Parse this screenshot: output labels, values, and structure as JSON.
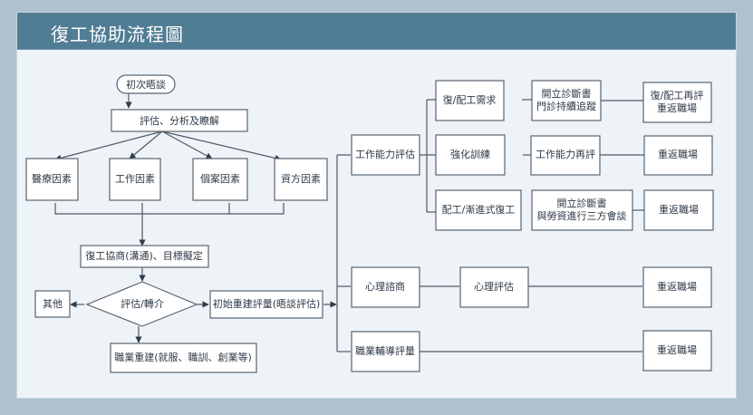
{
  "title": "復工協助流程圖",
  "nodes": {
    "start": "初次晤談",
    "assess": "評估、分析及瞭解",
    "f_medical": "醫療因素",
    "f_work": "工作因素",
    "f_case": "個案因素",
    "f_employer": "資方因素",
    "negotiate": "復工協商(溝通)、目標擬定",
    "decision": "評估/轉介",
    "other": "其他",
    "voc_rebuild": "職業重建(就服、職訓、創業等)",
    "initial_eval": "初始重建評量(晤談評估)",
    "work_ability": "工作能力評估",
    "return_need": "復/配工需求",
    "diag_follow": [
      "開立診斷書",
      "門診持續追蹤"
    ],
    "reassess_return": [
      "復/配工再評",
      "重返職場"
    ],
    "strengthen": "強化訓練",
    "work_reassess": "工作能力再評",
    "return_2": "重返職場",
    "gradual": "配工/漸進式復工",
    "diag_tripartite": [
      "開立診斷書",
      "與勞資進行三方會談"
    ],
    "return_3": "重返職場",
    "psych_counsel": "心理諮商",
    "psych_eval": "心理評估",
    "return_4": "重返職場",
    "voc_guidance": "職業輔導評量",
    "return_5": "重返職場"
  }
}
